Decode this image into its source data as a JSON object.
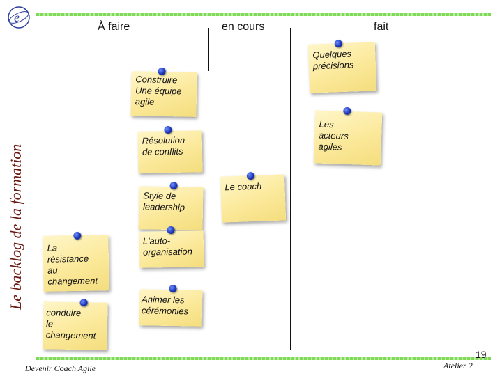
{
  "header": {
    "columns": [
      {
        "label": "À faire"
      },
      {
        "label": "en cours"
      },
      {
        "label": "fait"
      }
    ]
  },
  "side_title": "Le backlog de la formation",
  "notes": {
    "construire": "Construire\nUne équipe\nagile",
    "resolution": "Résolution\nde conflits",
    "style": "Style de\nleadership",
    "resistance": "La\nrésistance\nau\nchangement",
    "conduire": "conduire\nle\nchangement",
    "auto": "L'auto-\norganisation",
    "ceremonies": "Animer les\ncérémonies",
    "coach": "Le coach",
    "quelques": "Quelques\nprécisions",
    "acteurs": "Les\nacteurs\nagiles"
  },
  "footer": {
    "left": "Devenir Coach Agile",
    "right": "Atelier ?",
    "page_number": "19"
  },
  "colors": {
    "accent_green": "#7ed957",
    "note_yellow": "#fbe99a",
    "pin_blue": "#1c36b8",
    "title_red": "#6a1a12"
  },
  "icons": {
    "logo": "e-logo-icon",
    "pin": "pushpin-icon"
  }
}
